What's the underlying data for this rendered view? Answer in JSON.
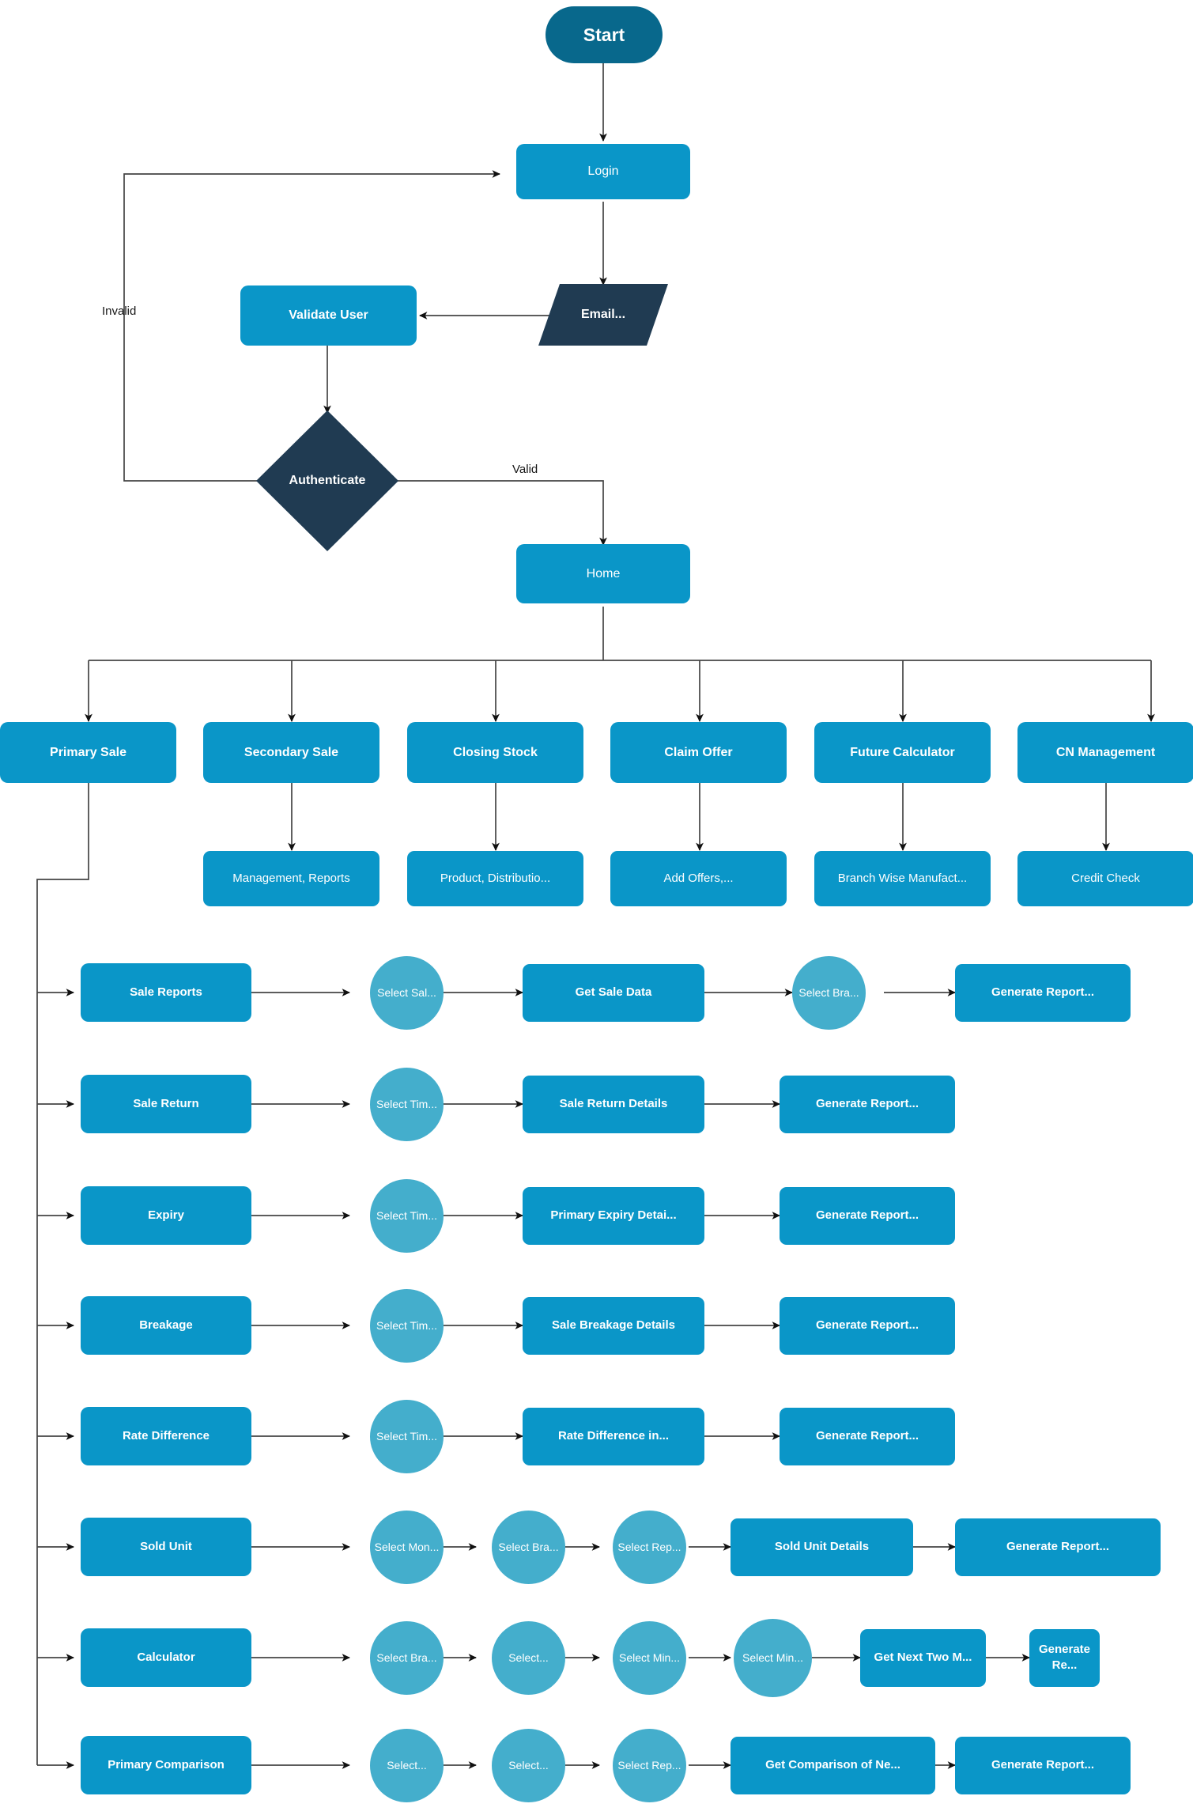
{
  "diagram": {
    "title_node": "Start",
    "colors": {
      "primary_blue": "#0a96c8",
      "dark_teal": "#08688c",
      "light_blue_circle": "#44aecc",
      "dark_navy": "#203b52",
      "edge_line": "#444444",
      "background": "#ffffff",
      "node_text": "#ffffff",
      "edge_label_text": "#161616"
    },
    "auth_flow": {
      "start": "Start",
      "login": "Login",
      "email_input": "Email...",
      "validate_user": "Validate User",
      "authenticate": "Authenticate",
      "home": "Home",
      "edge_invalid": "Invalid",
      "edge_valid": "Valid"
    },
    "menu": [
      {
        "label": "Primary Sale",
        "child": null
      },
      {
        "label": "Secondary Sale",
        "child": "Management, Reports"
      },
      {
        "label": "Closing Stock",
        "child": "Product, Distributio..."
      },
      {
        "label": "Claim Offer",
        "child": "Add Offers,..."
      },
      {
        "label": "Future Calculator",
        "child": "Branch Wise Manufact..."
      },
      {
        "label": "CN Management",
        "child": "Credit Check"
      }
    ],
    "primary_sale_rows": [
      {
        "name": "Sale Reports",
        "steps": [
          {
            "label": "Select Sal...",
            "shape": "circle"
          },
          {
            "label": "Get Sale Data",
            "shape": "rect"
          },
          {
            "label": "Select Bra...",
            "shape": "circle"
          },
          {
            "label": "Generate Report...",
            "shape": "rect"
          }
        ]
      },
      {
        "name": "Sale Return",
        "steps": [
          {
            "label": "Select Tim...",
            "shape": "circle"
          },
          {
            "label": "Sale Return Details",
            "shape": "rect"
          },
          {
            "label": "Generate Report...",
            "shape": "rect"
          }
        ]
      },
      {
        "name": "Expiry",
        "steps": [
          {
            "label": "Select Tim...",
            "shape": "circle"
          },
          {
            "label": "Primary Expiry Detai...",
            "shape": "rect"
          },
          {
            "label": "Generate Report...",
            "shape": "rect"
          }
        ]
      },
      {
        "name": "Breakage",
        "steps": [
          {
            "label": "Select Tim...",
            "shape": "circle"
          },
          {
            "label": "Sale Breakage Details",
            "shape": "rect"
          },
          {
            "label": "Generate Report...",
            "shape": "rect"
          }
        ]
      },
      {
        "name": "Rate Difference",
        "steps": [
          {
            "label": "Select Tim...",
            "shape": "circle"
          },
          {
            "label": "Rate Difference in...",
            "shape": "rect"
          },
          {
            "label": "Generate Report...",
            "shape": "rect"
          }
        ]
      },
      {
        "name": "Sold Unit",
        "steps": [
          {
            "label": "Select Mon...",
            "shape": "circle"
          },
          {
            "label": "Select Bra...",
            "shape": "circle"
          },
          {
            "label": "Select Rep...",
            "shape": "circle"
          },
          {
            "label": "Sold Unit Details",
            "shape": "rect"
          },
          {
            "label": "Generate Report...",
            "shape": "rect"
          }
        ]
      },
      {
        "name": "Calculator",
        "steps": [
          {
            "label": "Select Bra...",
            "shape": "circle"
          },
          {
            "label": "Select...",
            "shape": "circle"
          },
          {
            "label": "Select Min...",
            "shape": "circle"
          },
          {
            "label": "Select Min...",
            "shape": "circle"
          },
          {
            "label": "Get Next Two M...",
            "shape": "rect"
          },
          {
            "label": "Generate Re...",
            "shape": "rect"
          }
        ]
      },
      {
        "name": "Primary Comparison",
        "steps": [
          {
            "label": "Select...",
            "shape": "circle"
          },
          {
            "label": "Select...",
            "shape": "circle"
          },
          {
            "label": "Select Rep...",
            "shape": "circle"
          },
          {
            "label": "Get Comparison of Ne...",
            "shape": "rect"
          },
          {
            "label": "Generate Report...",
            "shape": "rect"
          }
        ]
      }
    ]
  }
}
